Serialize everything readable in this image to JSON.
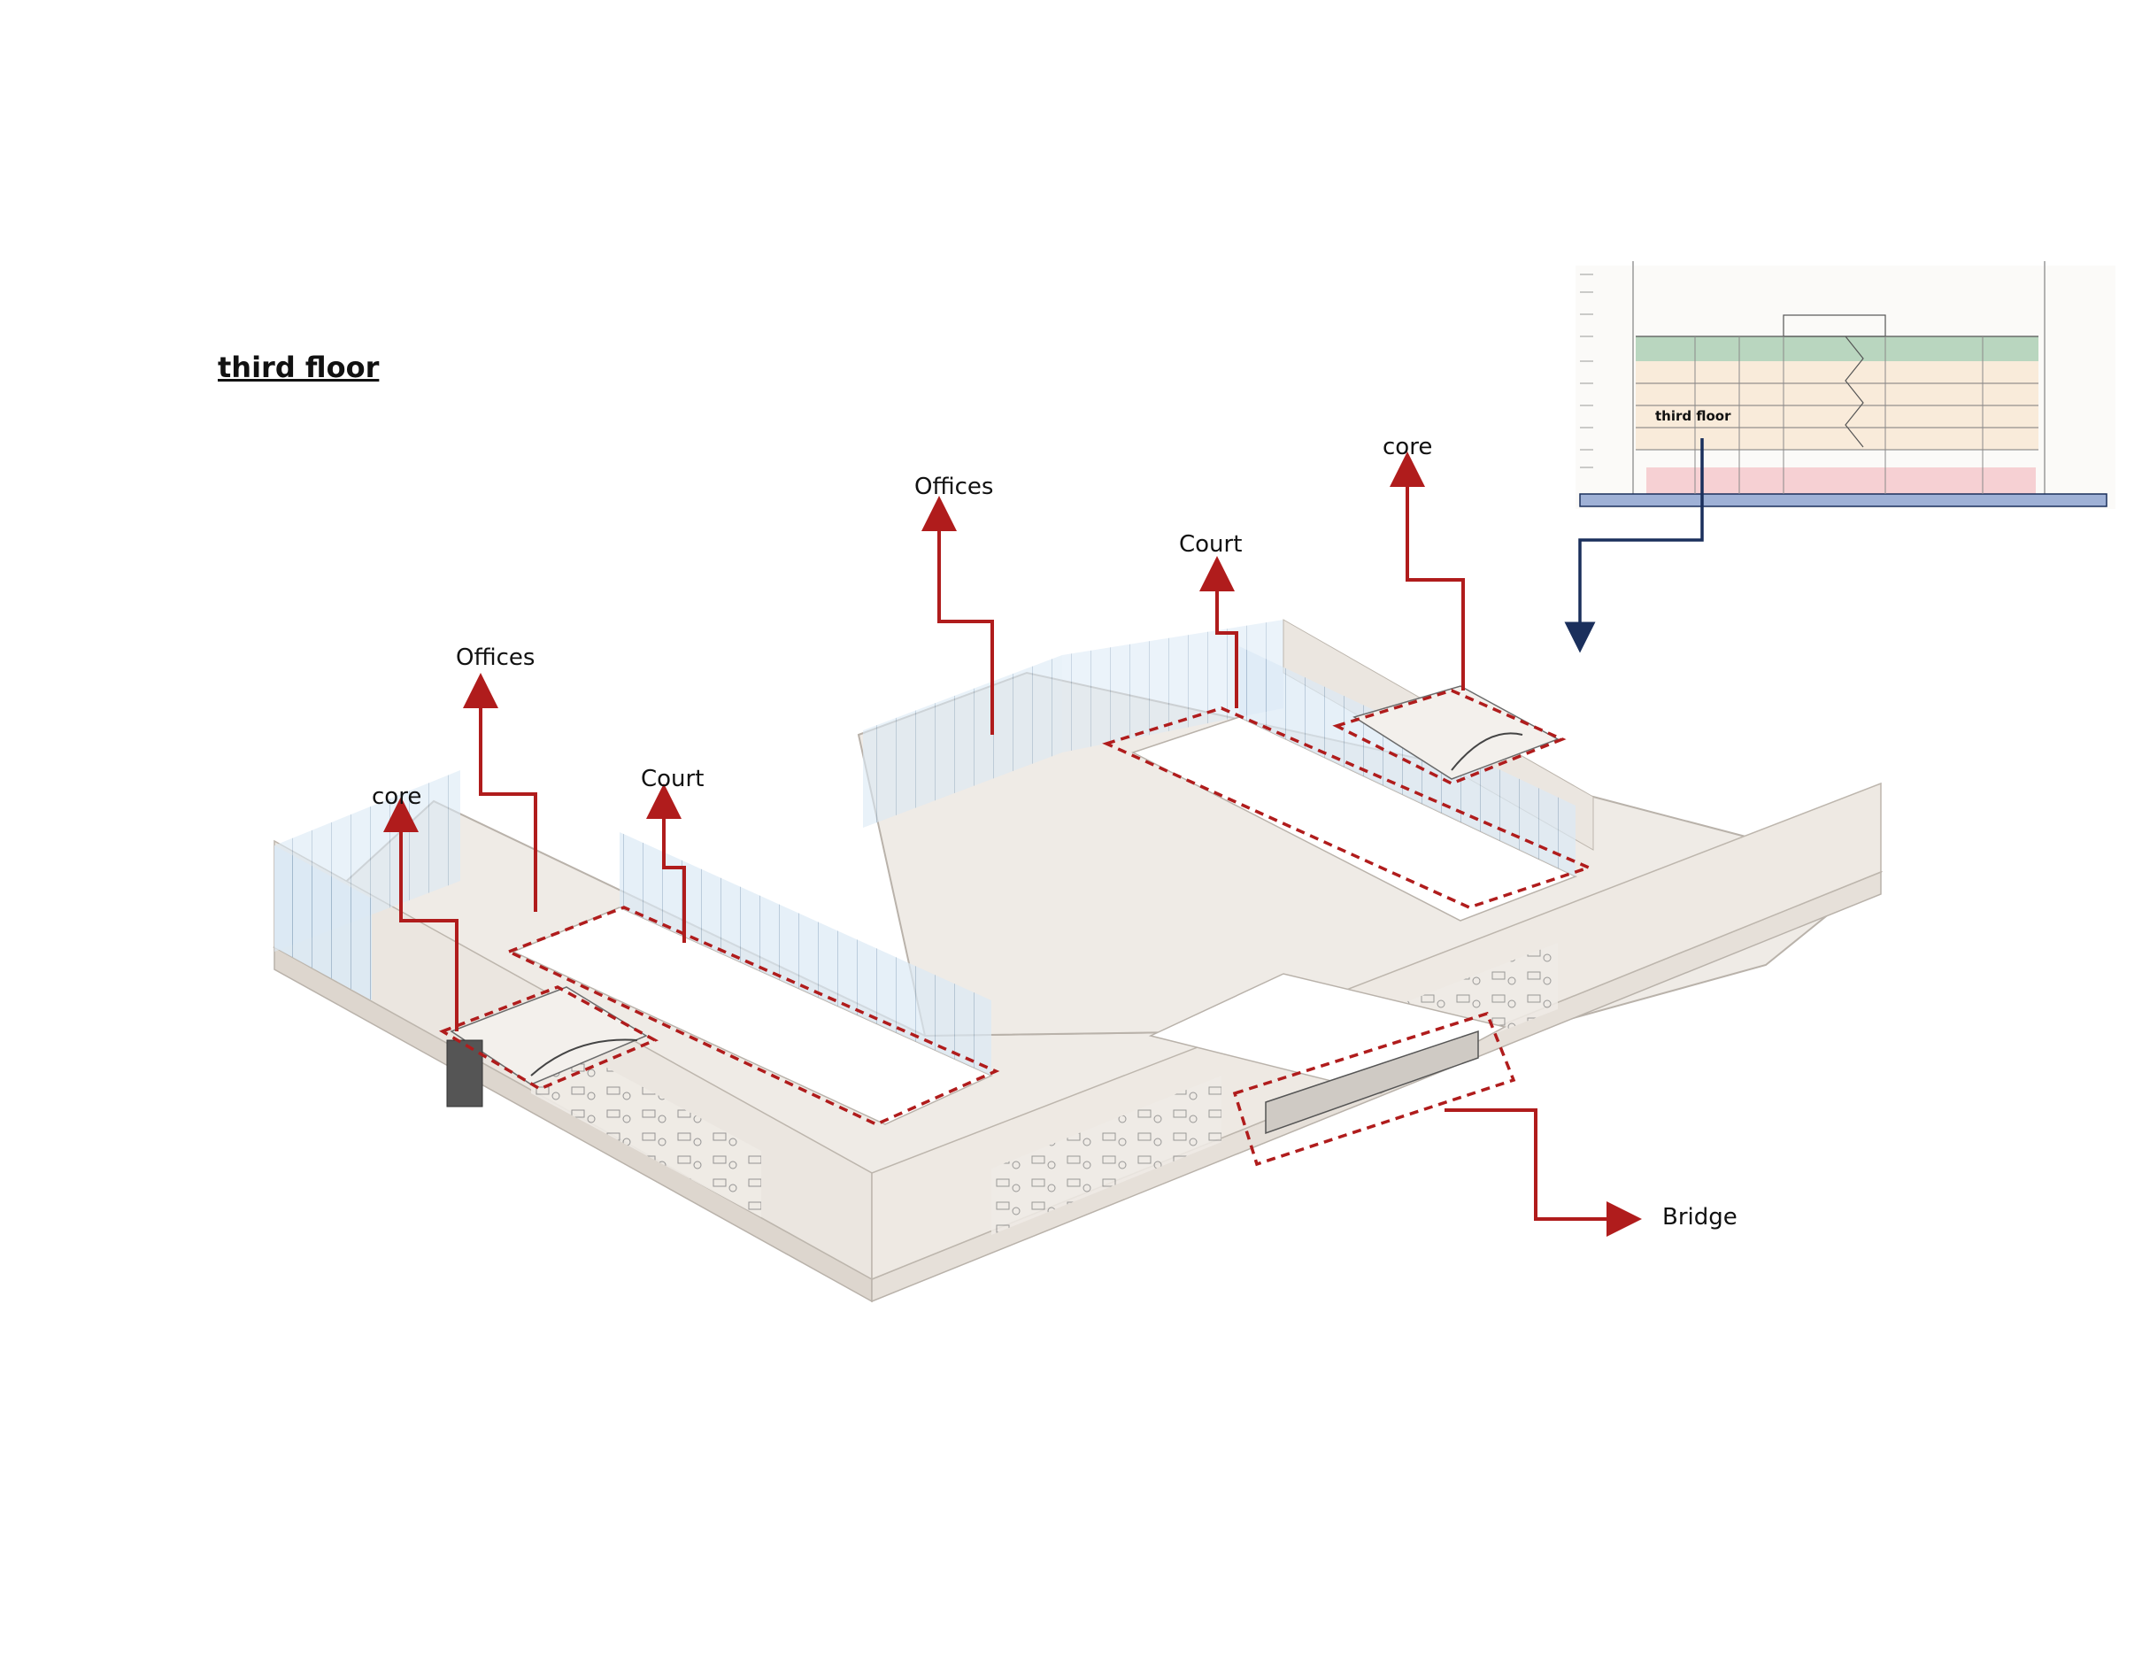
{
  "title": "third floor",
  "colors": {
    "callout_line": "#b01c1c",
    "inset_arrow": "#1a2f5c",
    "floor_fill": "#efebe6",
    "wall": "#e3ddd6",
    "glass": "#d8e8f4",
    "inset_green": "#a9cdb0",
    "inset_cream": "#f8e9d6",
    "inset_pink": "#f5c8cc",
    "inset_blue": "#9fb1d6"
  },
  "callouts": [
    {
      "id": "core-left",
      "label": "core"
    },
    {
      "id": "offices-left",
      "label": "Offices"
    },
    {
      "id": "court-left",
      "label": "Court"
    },
    {
      "id": "offices-right",
      "label": "Offices"
    },
    {
      "id": "court-right",
      "label": "Court"
    },
    {
      "id": "core-right",
      "label": "core"
    },
    {
      "id": "bridge",
      "label": "Bridge"
    }
  ],
  "section_inset": {
    "label": "third floor"
  }
}
